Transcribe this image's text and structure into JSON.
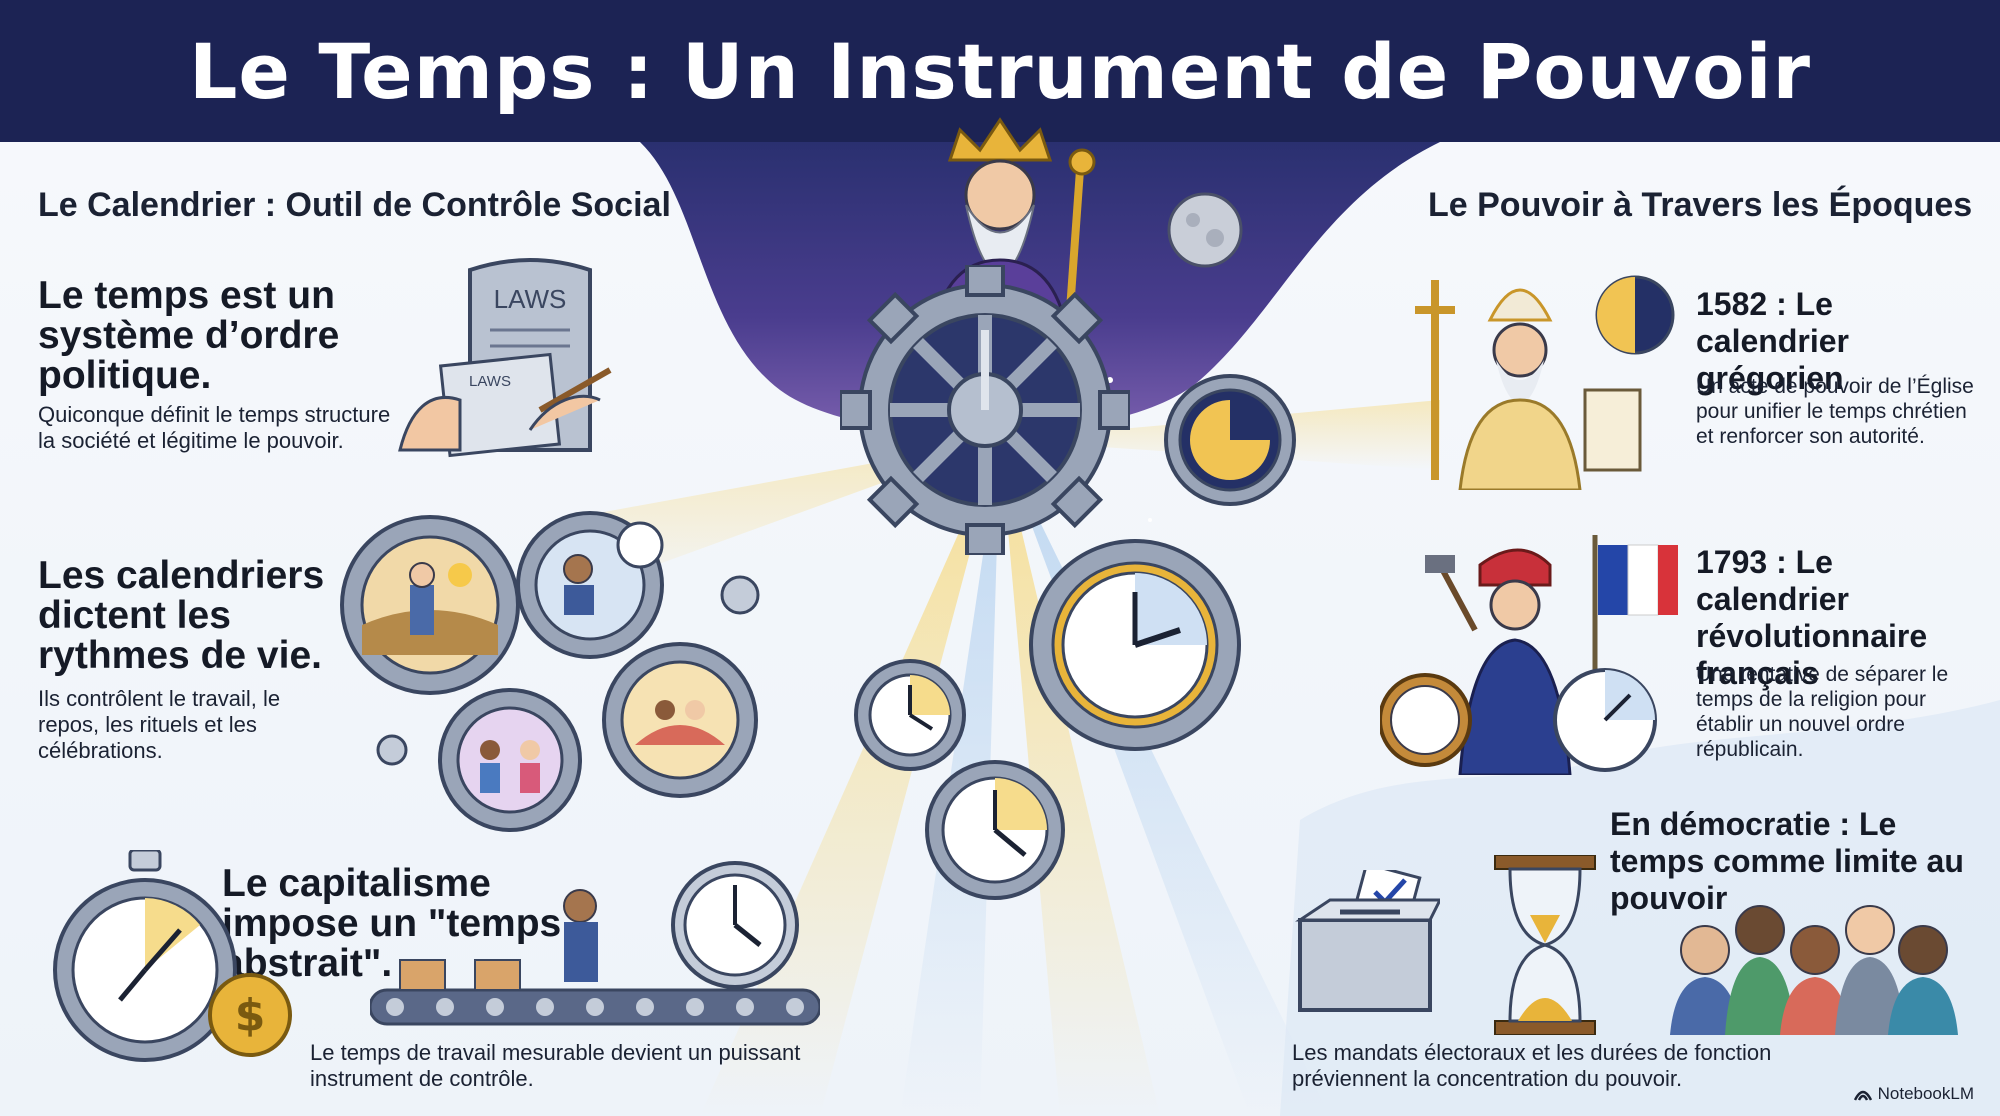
{
  "header": {
    "title": "Le Temps : Un Instrument de Pouvoir"
  },
  "left": {
    "section_title": "Le Calendrier : Outil de Contrôle Social",
    "block1": {
      "heading": "Le temps est un système d’ordre politique.",
      "body": "Quiconque définit le temps structure la société et légitime le pouvoir.",
      "tablet_label": "LAWS",
      "paper_label": "LAWS"
    },
    "block2": {
      "heading": "Les calendriers dictent les rythmes de vie.",
      "body": "Ils contrôlent le travail, le repos, les rituels et les célébrations."
    },
    "block3": {
      "heading": "Le capitalisme impose un \"temps abstrait\".",
      "body": "Le temps de travail mesurable devient un puissant instrument de contrôle."
    }
  },
  "right": {
    "section_title": "Le Pouvoir à Travers les Époques",
    "era1": {
      "heading": "1582 : Le calendrier grégorien",
      "body": "Un acte de pouvoir de l’Église pour unifier le temps chrétien et renforcer son autorité."
    },
    "era2": {
      "heading": "1793 : Le calendrier révolutionnaire français",
      "body": "Une tentative de séparer le temps de la religion pour établir un nouvel ordre républicain."
    },
    "democracy": {
      "heading": "En démocratie : Le temps comme limite au pouvoir",
      "body": "Les mandats électoraux et les durées de fonction préviennent la concentration du pouvoir."
    }
  },
  "footer": {
    "brand": "NotebookLM"
  },
  "icons": [
    "crown-icon",
    "scepter-icon",
    "gear-icon",
    "clock-icon",
    "moon-icon",
    "stopwatch-icon",
    "coin-icon",
    "conveyor-icon",
    "ballot-box-icon",
    "hourglass-icon",
    "flag-icon",
    "cross-icon",
    "scroll-icon",
    "notebooklm-logo-icon"
  ],
  "colors": {
    "header_bg": "#1c2354",
    "accent_gold": "#e8b43a",
    "gear_steel": "#9aa5b8",
    "night_purple": "#4b3a8c",
    "flag_blue": "#2446a8",
    "flag_red": "#d8333a"
  }
}
